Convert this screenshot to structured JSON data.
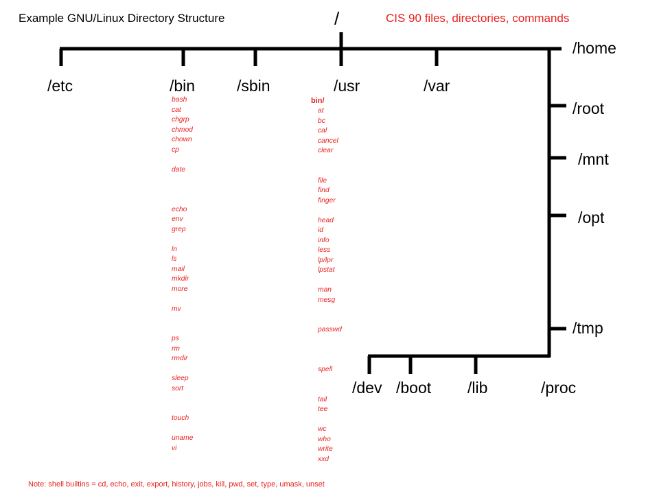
{
  "title_left": "Example GNU/Linux Directory Structure",
  "root_label": "/",
  "title_right": "CIS 90 files, directories, commands",
  "dirs": {
    "etc": "/etc",
    "bin": "/bin",
    "sbin": "/sbin",
    "usr": "/usr",
    "var": "/var",
    "home": "/home",
    "root": "/root",
    "mnt": "/mnt",
    "opt": "/opt",
    "tmp": "/tmp",
    "dev": "/dev",
    "boot": "/boot",
    "lib": "/lib",
    "proc": "/proc"
  },
  "bin_commands": [
    "bash",
    "cat",
    "chgrp",
    "chmod",
    "chown",
    "cp",
    "",
    "date",
    "",
    "",
    "",
    "echo",
    "env",
    "grep",
    "",
    "ln",
    "ls",
    "mail",
    "mkdir",
    "more",
    "",
    "mv",
    "",
    "",
    "ps",
    "rm",
    "rmdir",
    "",
    "sleep",
    "sort",
    "",
    "",
    "touch",
    "",
    "uname",
    "vi"
  ],
  "usr_bin_label": "bin/",
  "usr_bin_commands": [
    "at",
    "bc",
    "cal",
    "cancel",
    "clear",
    "",
    "",
    "file",
    "find",
    "finger",
    "",
    "head",
    "id",
    "info",
    "less",
    "lp/lpr",
    "lpstat",
    "",
    "man",
    "mesg",
    "",
    "",
    "passwd",
    "",
    "",
    "",
    "spell",
    "",
    "",
    "tail",
    "tee",
    "",
    "wc",
    "who",
    "write",
    "xxd"
  ],
  "note": "Note: shell builtins = cd, echo, exit, export, history, jobs, kill, pwd, set, type, umask, unset",
  "colors": {
    "accent": "#e8201c",
    "line": "#000000",
    "text": "#000000"
  }
}
